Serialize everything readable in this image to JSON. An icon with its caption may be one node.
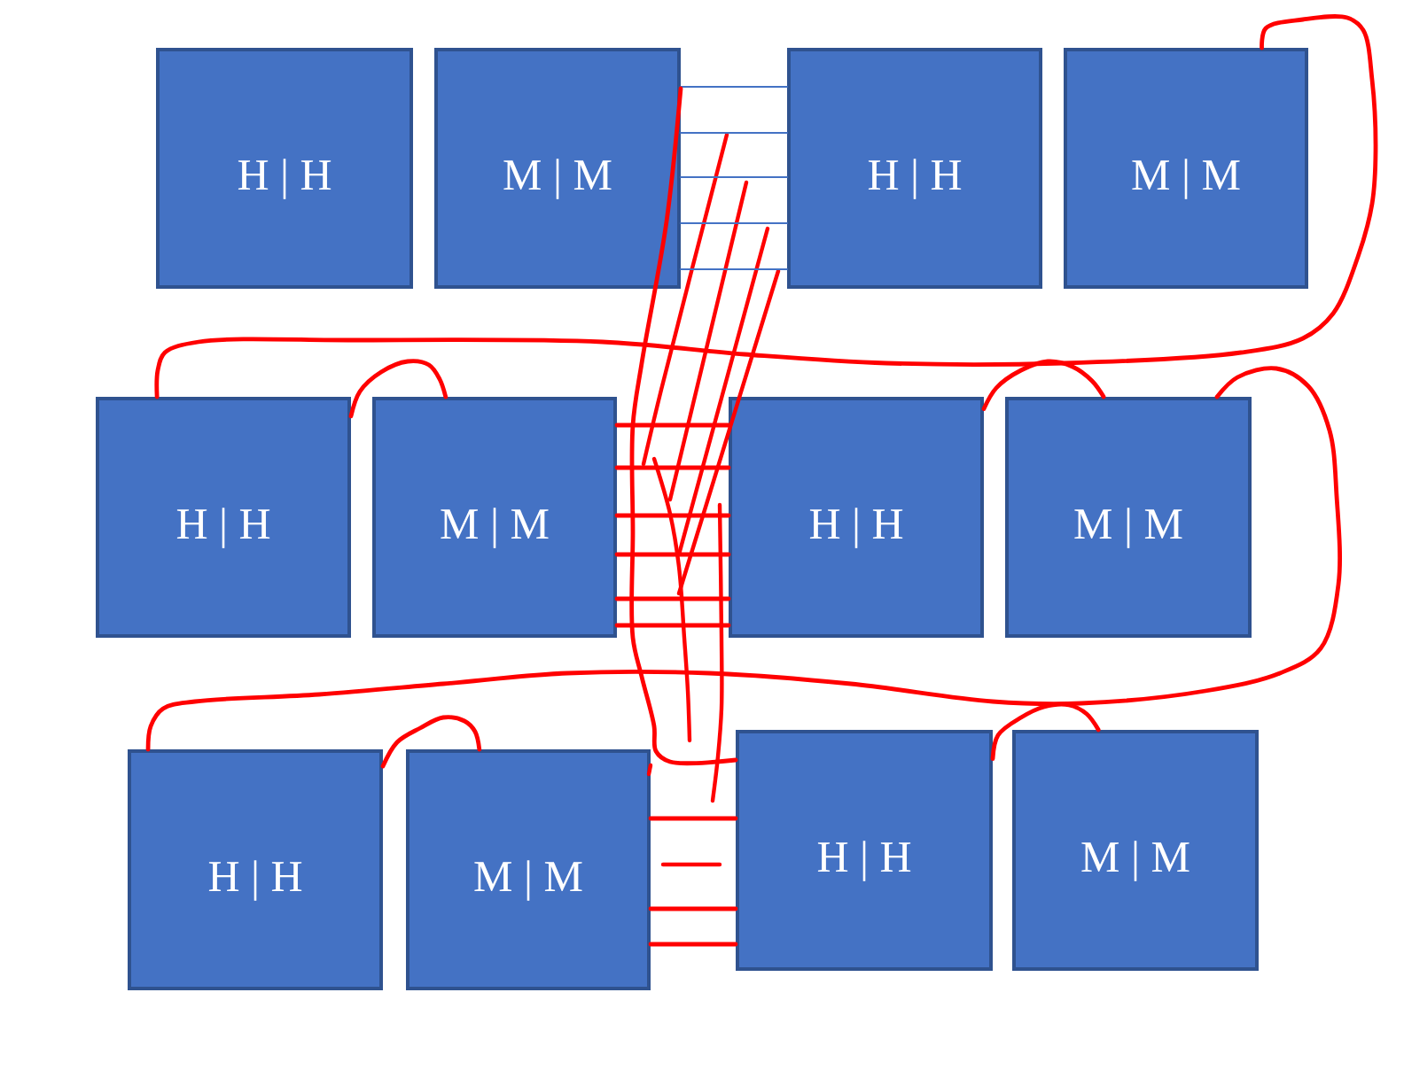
{
  "diagram": {
    "nodes": [
      {
        "text": [
          "H | H"
        ]
      },
      {
        "text": [
          "M | M"
        ]
      },
      {
        "text": [
          "H | H"
        ]
      },
      {
        "text": [
          "M | M"
        ]
      },
      {
        "text": [
          "H | H"
        ]
      },
      {
        "text": [
          "M | M"
        ]
      },
      {
        "text": [
          "H | H"
        ]
      },
      {
        "text": [
          "M | M"
        ]
      },
      {
        "text": [
          "H | H"
        ]
      },
      {
        "text": [
          "M | M"
        ]
      },
      {
        "text": [
          "H | H"
        ]
      },
      {
        "text": [
          "M | M"
        ]
      }
    ],
    "edges": [
      {
        "from": 3,
        "to": 4,
        "arrow": "none"
      },
      {
        "from": 4,
        "to": 5,
        "arrow": "none"
      },
      {
        "from": 6,
        "to": 7,
        "arrow": "none"
      },
      {
        "from": 7,
        "to": 8,
        "arrow": "none"
      },
      {
        "from": 8,
        "to": 9,
        "arrow": "none"
      },
      {
        "from": 10,
        "to": 11,
        "arrow": "none"
      },
      {
        "from": 1,
        "to": 2,
        "arrow": "none",
        "color": "#4472c4"
      },
      {
        "from": 1,
        "to": 2,
        "arrow": "none",
        "color": "#4472c4"
      },
      {
        "from": 1,
        "to": 2,
        "arrow": "none",
        "color": "#4472c4"
      },
      {
        "from": 1,
        "to": 2,
        "arrow": "none",
        "color": "#4472c4"
      },
      {
        "from": 1,
        "to": 2,
        "arrow": "none",
        "color": "#4472c4"
      },
      {
        "from": 1,
        "to": 10,
        "arrow": "none"
      },
      {
        "from": 5,
        "to": 6,
        "arrow": "none"
      },
      {
        "from": 5,
        "to": 6,
        "arrow": "none"
      },
      {
        "from": 5,
        "to": 6,
        "arrow": "none"
      },
      {
        "from": 5,
        "to": 6,
        "arrow": "none"
      },
      {
        "from": 5,
        "to": 6,
        "arrow": "none"
      },
      {
        "from": 5,
        "to": 6,
        "arrow": "none"
      },
      {
        "from": 9,
        "to": 10,
        "arrow": "none"
      },
      {
        "from": 9,
        "to": 10,
        "arrow": "none"
      },
      {
        "from": 9,
        "to": 10,
        "arrow": "none"
      }
    ]
  }
}
